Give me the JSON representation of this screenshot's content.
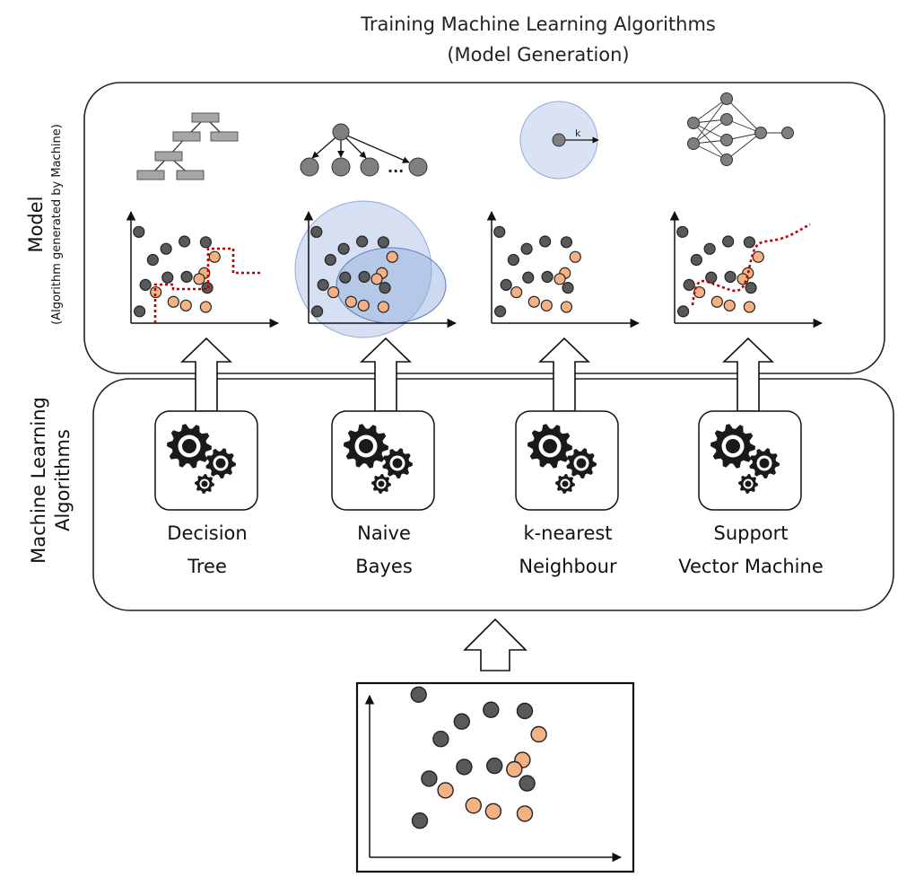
{
  "title": {
    "line1": "Training Machine Learning Algorithms",
    "line2": "(Model Generation)"
  },
  "model_section": {
    "label": "Model",
    "sublabel": "(Algorithm generated by Machine)"
  },
  "algorithms_section": {
    "label_line1": "Machine Learning",
    "label_line2": "Algorithms"
  },
  "algorithms": [
    {
      "id": "decision-tree",
      "line1": "Decision",
      "line2": "Tree",
      "icon": "decision-tree-icon"
    },
    {
      "id": "naive-bayes",
      "line1": "Naive",
      "line2": "Bayes",
      "icon": "tree-graph-icon"
    },
    {
      "id": "knn",
      "line1": "k-nearest",
      "line2": "Neighbour",
      "icon": "radius-circle-icon",
      "radius_label": "k"
    },
    {
      "id": "svm",
      "line1": "Support",
      "line2": "Vector Machine",
      "icon": "neural-network-icon"
    }
  ],
  "tree_graph_ellipsis": "...",
  "colors": {
    "class_a": "#595959",
    "class_b": "#f4b183",
    "boundary": "#c00000",
    "region": "#b4c7e7",
    "node_gray": "#7f7f7f",
    "box_gray": "#a6a6a6"
  }
}
